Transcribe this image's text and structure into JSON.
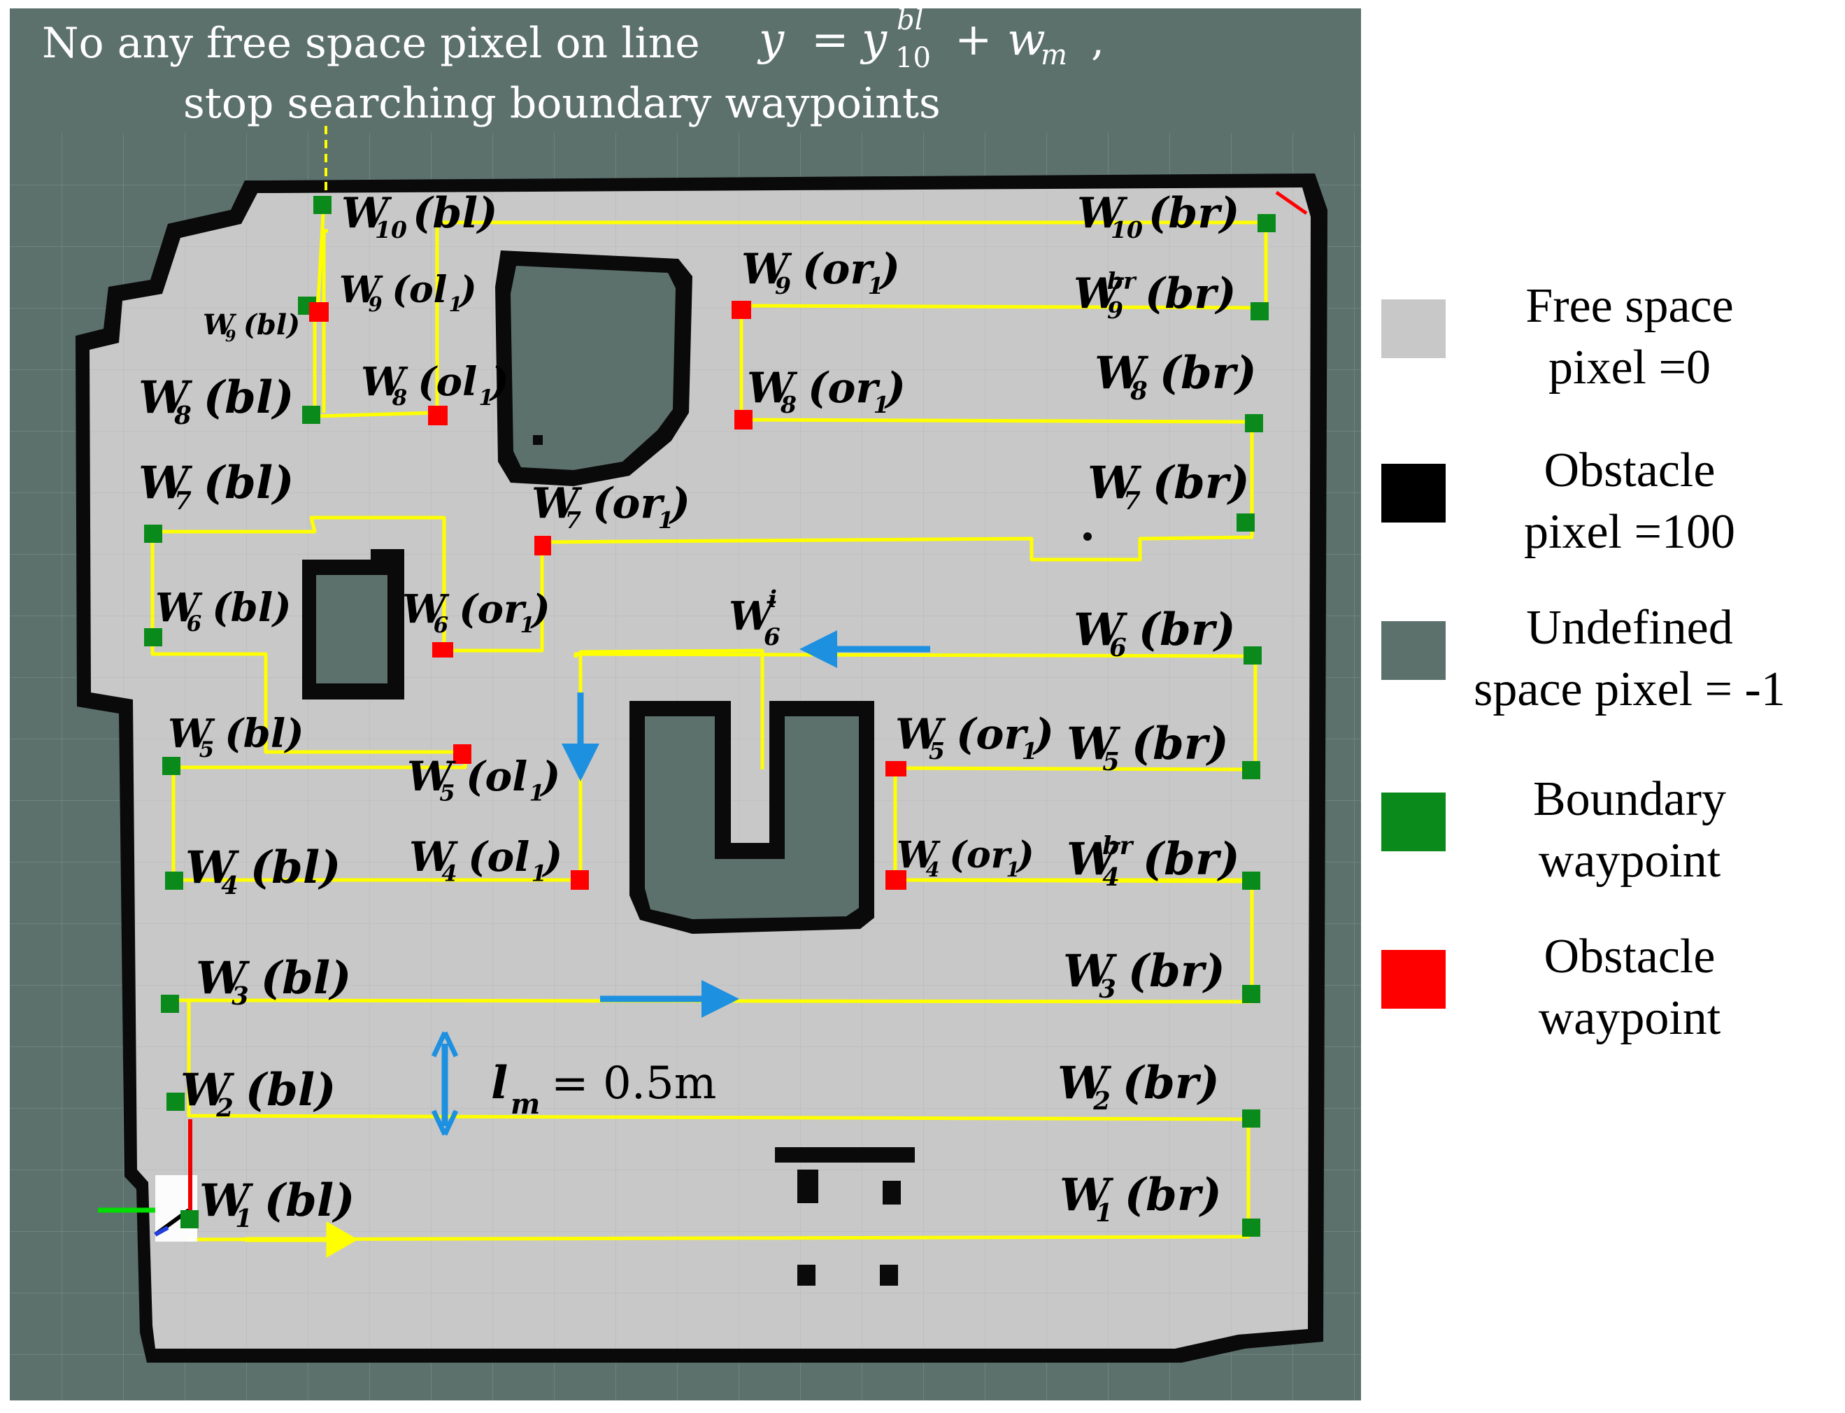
{
  "header_note": {
    "line1": "No any free space pixel on line",
    "equation_y": "y",
    "equation_eq": "=",
    "equation_yb": "y",
    "equation_sup": "bl",
    "equation_sub": "10",
    "equation_plus": "+",
    "equation_w": "w",
    "equation_wsub": "m",
    "equation_comma": ",",
    "line2": "stop searching boundary waypoints"
  },
  "waypoints": {
    "bl": [
      {
        "main": "W",
        "sub": "10",
        "tag": "(bl)"
      },
      {
        "main": "W",
        "sub": "9",
        "tag": "(bl)"
      },
      {
        "main": "W",
        "sub": "8",
        "tag": "(bl)"
      },
      {
        "main": "W",
        "sub": "7",
        "tag": "(bl)"
      },
      {
        "main": "W",
        "sub": "6",
        "tag": "(bl)"
      },
      {
        "main": "W",
        "sub": "5",
        "tag": "(bl)"
      },
      {
        "main": "W",
        "sub": "4",
        "tag": "(bl)"
      },
      {
        "main": "W",
        "sub": "3",
        "tag": "(bl)"
      },
      {
        "main": "W",
        "sub": "2",
        "tag": "(bl)"
      },
      {
        "main": "W",
        "sub": "1",
        "tag": "(bl)"
      }
    ],
    "br": [
      {
        "main": "W",
        "sub": "10",
        "tag": "(br)"
      },
      {
        "main": "W",
        "sub": "9",
        "sup": "br",
        "tag": "(br)"
      },
      {
        "main": "W",
        "sub": "8",
        "tag": "(br)"
      },
      {
        "main": "W",
        "sub": "7",
        "tag": "(br)"
      },
      {
        "main": "W",
        "sub": "6",
        "tag": "(br)"
      },
      {
        "main": "W",
        "sub": "5",
        "tag": "(br)"
      },
      {
        "main": "W",
        "sub": "4",
        "sup": "br",
        "tag": "(br)"
      },
      {
        "main": "W",
        "sub": "3",
        "tag": "(br)"
      },
      {
        "main": "W",
        "sub": "2",
        "tag": "(br)"
      },
      {
        "main": "W",
        "sub": "1",
        "tag": "(br)"
      }
    ],
    "obstacle": [
      {
        "main": "W",
        "sub": "9",
        "tag": "(ol",
        "tagsub": "1",
        "close": ")"
      },
      {
        "main": "W",
        "sub": "8",
        "tag": "(ol",
        "tagsub": "1",
        "close": ")"
      },
      {
        "main": "W",
        "sub": "9",
        "tag": "(or",
        "tagsub": "1",
        "close": ")"
      },
      {
        "main": "W",
        "sub": "8",
        "tag": "(or",
        "tagsub": "1",
        "close": ")"
      },
      {
        "main": "W",
        "sub": "7",
        "tag": "(or",
        "tagsub": "1",
        "close": ")"
      },
      {
        "main": "W",
        "sub": "6",
        "tag": "(or",
        "tagsub": "1",
        "close": ")"
      },
      {
        "main": "W",
        "sub": "5",
        "tag": "(ol",
        "tagsub": "1",
        "close": ")"
      },
      {
        "main": "W",
        "sub": "4",
        "tag": "(ol",
        "tagsub": "1",
        "close": ")"
      },
      {
        "main": "W",
        "sub": "5",
        "tag": "(or",
        "tagsub": "1",
        "close": ")"
      },
      {
        "main": "W",
        "sub": "4",
        "tag": "(or",
        "tagsub": "1",
        "close": ")"
      }
    ],
    "intermediate": {
      "main": "W",
      "sub": "6",
      "sup": "i"
    }
  },
  "spacing": {
    "symbol": "l",
    "sub": "m",
    "value": "= 0.5m"
  },
  "legend": [
    {
      "line1": "Free space",
      "line2": "pixel =0",
      "color": "#c8c8c8"
    },
    {
      "line1": "Obstacle",
      "line2": "pixel =100",
      "color": "#000000"
    },
    {
      "line1": "Undefined",
      "line2": "space pixel = -1",
      "color": "#5c706c"
    },
    {
      "line1": "Boundary",
      "line2": "waypoint",
      "color": "#0a8a1a"
    },
    {
      "line1": "Obstacle",
      "line2": "waypoint",
      "color": "#ff0000"
    }
  ],
  "colors": {
    "undefined": "#5c706c",
    "free": "#c8c8c8",
    "obstacle": "#0a0a0a",
    "path": "#ffff00",
    "boundary_wp": "#0a8a1a",
    "obstacle_wp": "#ff0000",
    "arrow": "#1e90e0"
  }
}
